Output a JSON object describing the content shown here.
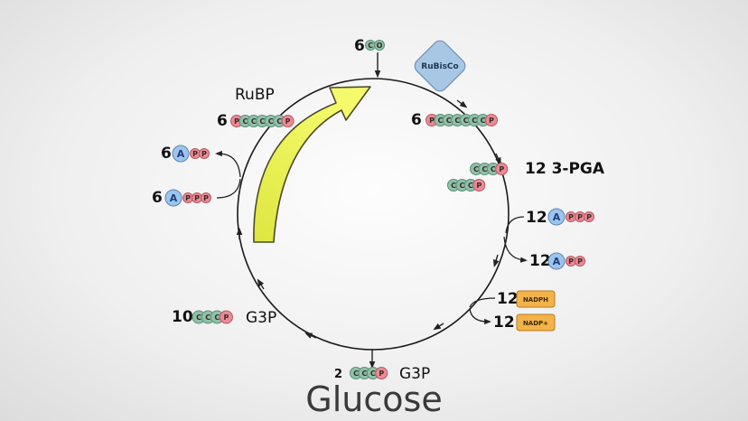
{
  "colors": {
    "carbon": "#8fc0a8",
    "phosphate": "#ec8a94",
    "adenosine": "#9cc4ee",
    "nadph_box": "#f4b24a",
    "rubisco": "#a7c7e4",
    "arrow": "#eef45a"
  },
  "co2": {
    "count": "6",
    "carbon_letter": "C",
    "oxygen_letter": "O"
  },
  "rubisco": {
    "label": "RuBisCo"
  },
  "pga6": {
    "count": "6"
  },
  "pga12": {
    "label": "12 3-PGA"
  },
  "atp_in": {
    "count": "12"
  },
  "adp_out": {
    "count": "12"
  },
  "nadph_in": {
    "count": "12",
    "label": "NADPH"
  },
  "nadp_out": {
    "count": "12",
    "label": "NADP+"
  },
  "g3p_out": {
    "count": "2",
    "label": "G3P"
  },
  "glucose": {
    "label": "Glucose"
  },
  "g3p_recycle": {
    "count": "10",
    "label": "G3P"
  },
  "atp_left": {
    "count": "6"
  },
  "adp_left": {
    "count": "6"
  },
  "rubp": {
    "label": "RuBP",
    "count": "6"
  },
  "letters": {
    "adenosine": "A",
    "phosphate": "P",
    "carbon": "C"
  }
}
